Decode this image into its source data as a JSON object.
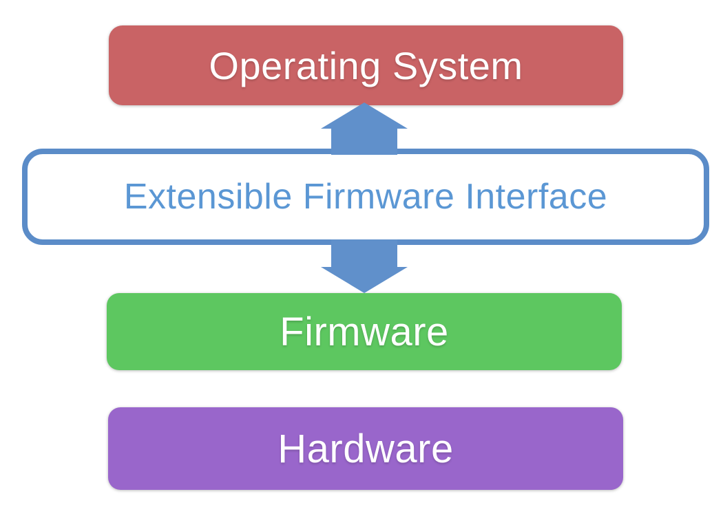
{
  "diagram": {
    "name": "EFI architecture stack diagram",
    "background": "#ffffff",
    "arrow_color": "#6090cb",
    "layers": [
      {
        "label": "Operating System",
        "bg": "#c96365",
        "text_color": "#ffffff"
      },
      {
        "label": "Extensible Firmware Interface",
        "bg": "#ffffff",
        "border_color": "#5b8cc8",
        "text_color": "#5b97d4"
      },
      {
        "label": "Firmware",
        "bg": "#5dc760",
        "text_color": "#ffffff"
      },
      {
        "label": "Hardware",
        "bg": "#9966cb",
        "text_color": "#ffffff"
      }
    ],
    "arrows": [
      {
        "direction": "up",
        "from": "Extensible Firmware Interface",
        "to": "Operating System"
      },
      {
        "direction": "down",
        "from": "Extensible Firmware Interface",
        "to": "Firmware"
      }
    ]
  }
}
